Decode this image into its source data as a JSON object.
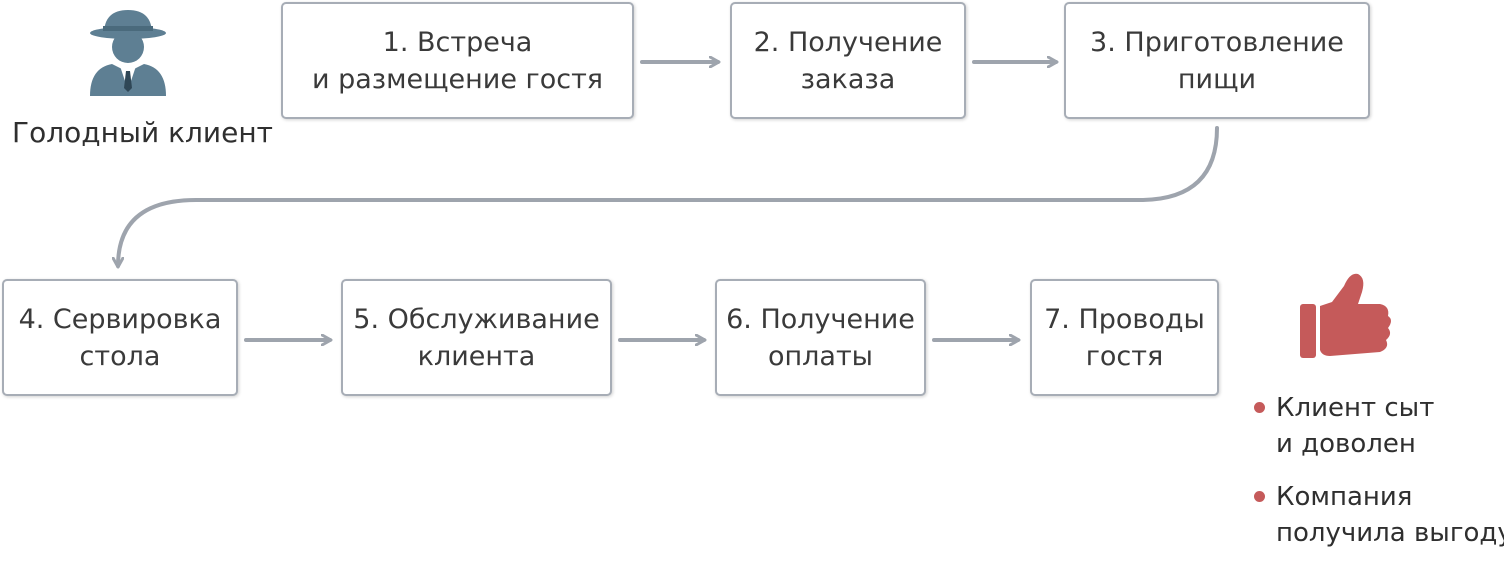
{
  "client_label": "Голодный клиент",
  "steps": [
    {
      "line1": "1. Встреча",
      "line2": "и размещение гостя"
    },
    {
      "line1": "2. Получение",
      "line2": "заказа"
    },
    {
      "line1": "3. Приготовление",
      "line2": "пищи"
    },
    {
      "line1": "4. Сервировка",
      "line2": "стола"
    },
    {
      "line1": "5. Обслуживание",
      "line2": "клиента"
    },
    {
      "line1": "6. Получение",
      "line2": "оплаты"
    },
    {
      "line1": "7. Проводы",
      "line2": "гостя"
    }
  ],
  "results": [
    {
      "line1": "Клиент сыт",
      "line2": "и доволен"
    },
    {
      "line1": "Компания",
      "line2": "получила выгоду"
    }
  ],
  "icons": {
    "client": "spy-person-icon",
    "outcome": "thumbs-up-icon"
  },
  "colors": {
    "box_border": "#a7adb6",
    "arrow": "#9ea4ad",
    "client_icon": "#5e7f93",
    "accent": "#c55a5a"
  }
}
